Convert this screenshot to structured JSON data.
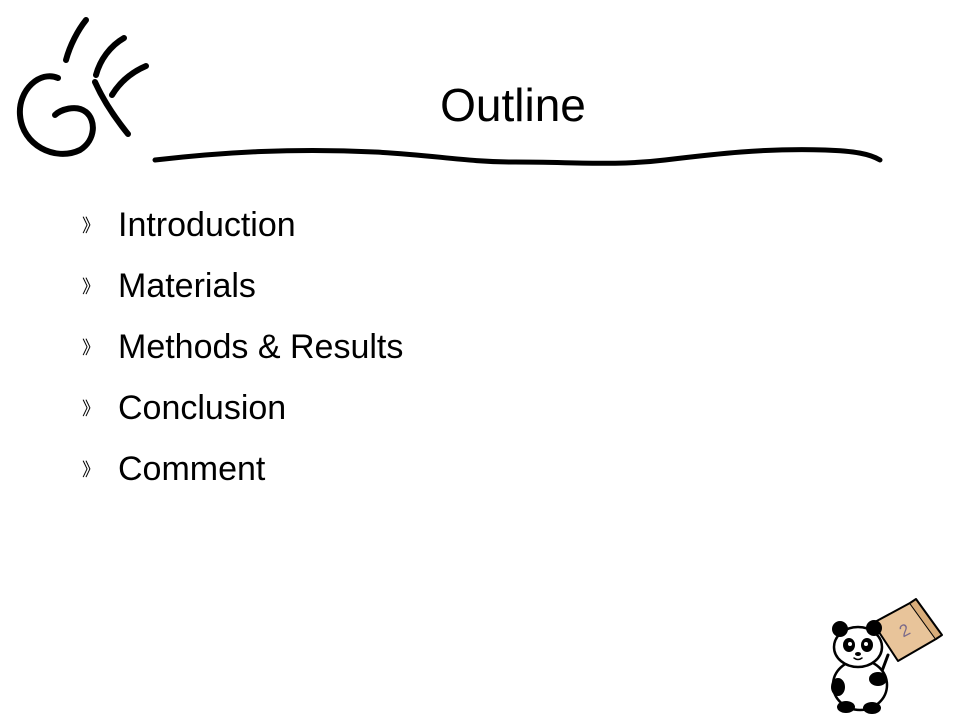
{
  "slide": {
    "title": "Outline",
    "bullet_marker": "》",
    "bullets": [
      {
        "label": "Introduction"
      },
      {
        "label": "Materials"
      },
      {
        "label": "Methods & Results"
      },
      {
        "label": "Conclusion"
      },
      {
        "label": "Comment"
      }
    ],
    "page_number": "2"
  },
  "icons": {
    "logo": "hand-drawn-g-logo",
    "mascot": "panda-holding-sign"
  },
  "colors": {
    "text": "#000000",
    "sign": "#e8c49a",
    "sign_stroke": "#000000",
    "page_number": "#7a6a8a"
  }
}
